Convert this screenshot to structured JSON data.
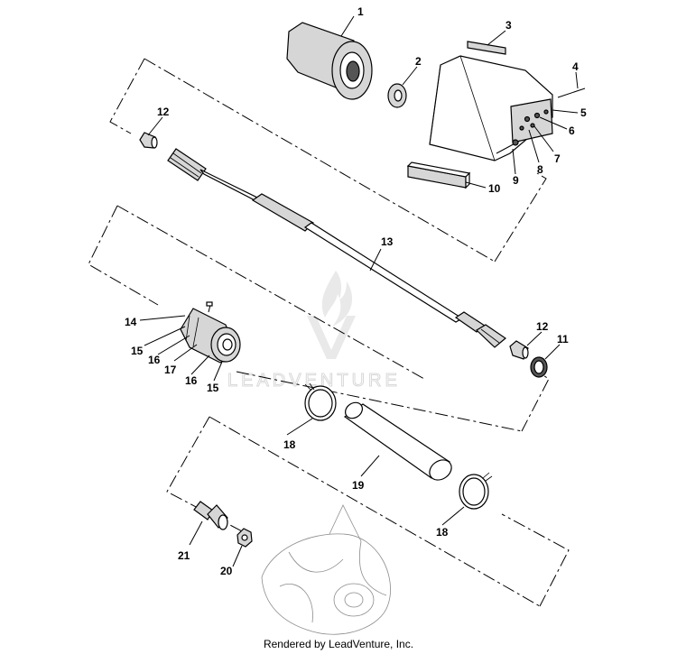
{
  "watermark": {
    "text": "LEADVENTURE"
  },
  "callouts": {
    "c1": "1",
    "c2": "2",
    "c3": "3",
    "c4": "4",
    "c5": "5",
    "c6": "6",
    "c7": "7",
    "c8": "8",
    "c9": "9",
    "c10": "10",
    "c11": "11",
    "c12a": "12",
    "c12b": "12",
    "c13": "13",
    "c14": "14",
    "c15a": "15",
    "c15b": "15",
    "c16a": "16",
    "c16b": "16",
    "c17": "17",
    "c18a": "18",
    "c18b": "18",
    "c19": "19",
    "c20": "20",
    "c21": "21"
  },
  "footer": {
    "text": "Rendered by LeadVenture, Inc."
  }
}
